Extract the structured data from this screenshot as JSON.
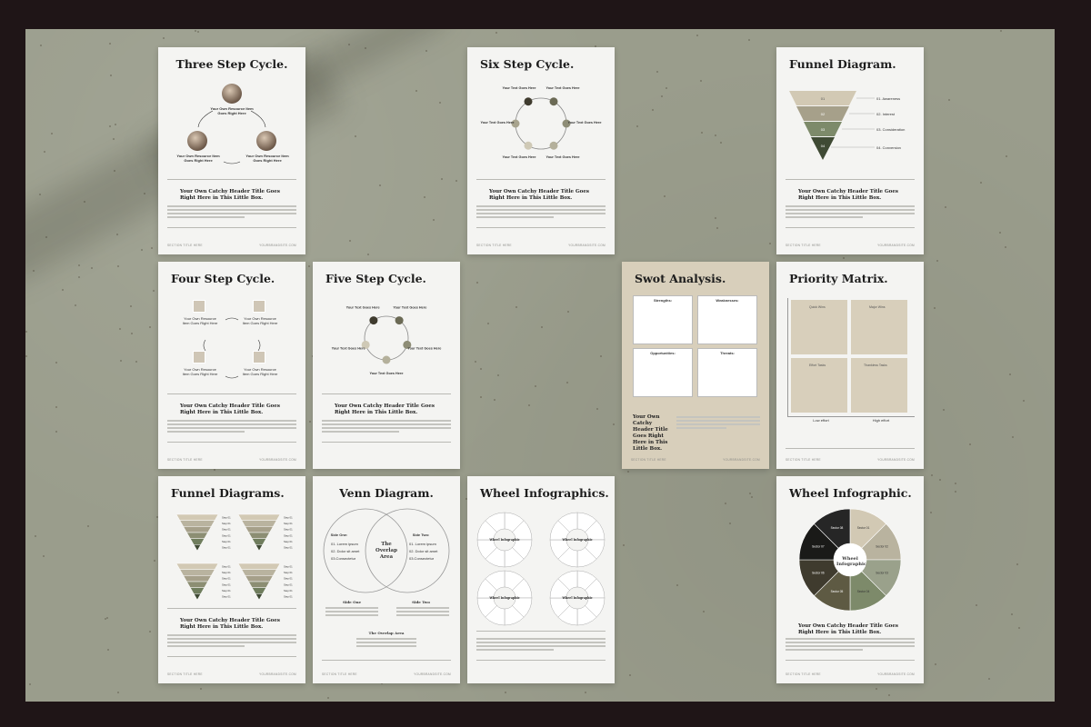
{
  "pages": {
    "three_step": {
      "title": "Three Step Cycle.",
      "top_label": "Your Own Resource Item Goes Right Here",
      "left_label": "Your Own Resource Item Goes Right Here",
      "right_label": "Your Own Resource Item Goes Right Here",
      "header": "Your Own Catchy Header Title Goes Right Here in This Little Box."
    },
    "six_step": {
      "title": "Six Step Cycle.",
      "item_label": "Your Text Goes Here",
      "header": "Your Own Catchy Header Title Goes Right Here in This Little Box."
    },
    "funnel": {
      "title": "Funnel Diagram.",
      "levels": [
        "01",
        "02",
        "03",
        "04"
      ],
      "labels": [
        "01. Awareness",
        "02. Interest",
        "03. Consideration",
        "04. Conversion"
      ],
      "header": "Your Own Catchy Header Title Goes Right Here in This Little Box."
    },
    "four_step": {
      "title": "Four Step Cycle.",
      "item_label": "Your Own Resource Item Goes Right Here",
      "header": "Your Own Catchy Header Title Goes Right Here in This Little Box."
    },
    "five_step": {
      "title": "Five Step Cycle.",
      "item_label": "Your Text Goes Here",
      "header": "Your Own Catchy Header Title Goes Right Here in This Little Box."
    },
    "swot": {
      "title": "Swot Analysis.",
      "strengths": "Strengths:",
      "weaknesses": "Weaknesses:",
      "opportunities": "Opportunities:",
      "threats": "Threats:",
      "header": "Your Own Catchy Header Title Goes Right Here in This Little Box."
    },
    "priority": {
      "title": "Priority Matrix.",
      "quick_wins": "Quick Wins",
      "major_wins": "Major Wins",
      "effort_tasks": "Effort Tasks",
      "thankless_tasks": "Thankless Tasks",
      "low_effort": "Low effort",
      "high_effort": "High effort"
    },
    "funnels": {
      "title": "Funnel Diagrams.",
      "step_label": "Step 01",
      "header": "Your Own Catchy Header Title Goes Right Here in This Little Box."
    },
    "venn": {
      "title": "Venn Diagram.",
      "side_one": "Side One:",
      "side_two": "Side Two:",
      "center": "The Overlap Area",
      "items_left": [
        "01. Lorem ipsum",
        "02. Dolor sit amet",
        "03.Consectetur"
      ],
      "items_right": [
        "01. Lorem ipsum",
        "02. Dolor sit amet",
        "03.Consectetur"
      ],
      "side_one_heading": "Side One",
      "side_two_heading": "Side Two",
      "overlap_heading": "The Overlap Area"
    },
    "wheels": {
      "title": "Wheel Infographics.",
      "center": "Wheel Infographic"
    },
    "wheel": {
      "title": "Wheel Infographic.",
      "center": "Wheel Infographic",
      "sectors": [
        "Sector 01",
        "Sector 02",
        "Sector 03",
        "Sector 04",
        "Sector 05",
        "Sector 06",
        "Sector 07",
        "Sector 08"
      ],
      "header": "Your Own Catchy Header Title Goes Right Here in This Little Box."
    }
  },
  "footer": {
    "left": "SECTION TITLE HERE",
    "right": "YOURBRANDSITE.COM"
  },
  "colors": {
    "olive": "#7d8a6a",
    "tan": "#d8cfbb",
    "dark": "#3f3b2e",
    "sage": "#9aa18b"
  }
}
